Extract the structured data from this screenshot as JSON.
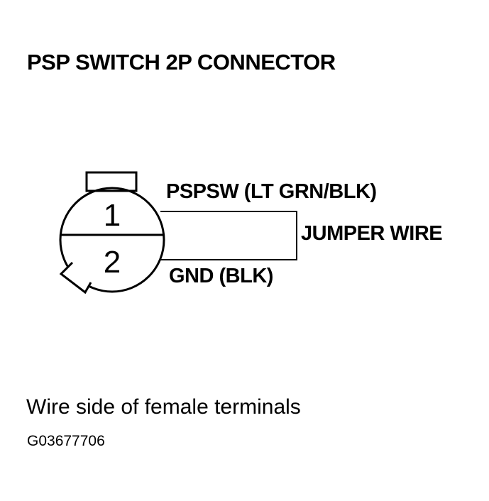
{
  "title": "PSP SWITCH 2P CONNECTOR",
  "connector": {
    "terminals": [
      {
        "number": "1",
        "wire": "PSPSW (LT GRN/BLK)"
      },
      {
        "number": "2",
        "wire": "GND (BLK)"
      }
    ]
  },
  "jumper_label": "JUMPER WIRE",
  "caption": "Wire side of female terminals",
  "figure_id": "G03677706",
  "colors": {
    "ink": "#000000",
    "background": "#ffffff"
  }
}
